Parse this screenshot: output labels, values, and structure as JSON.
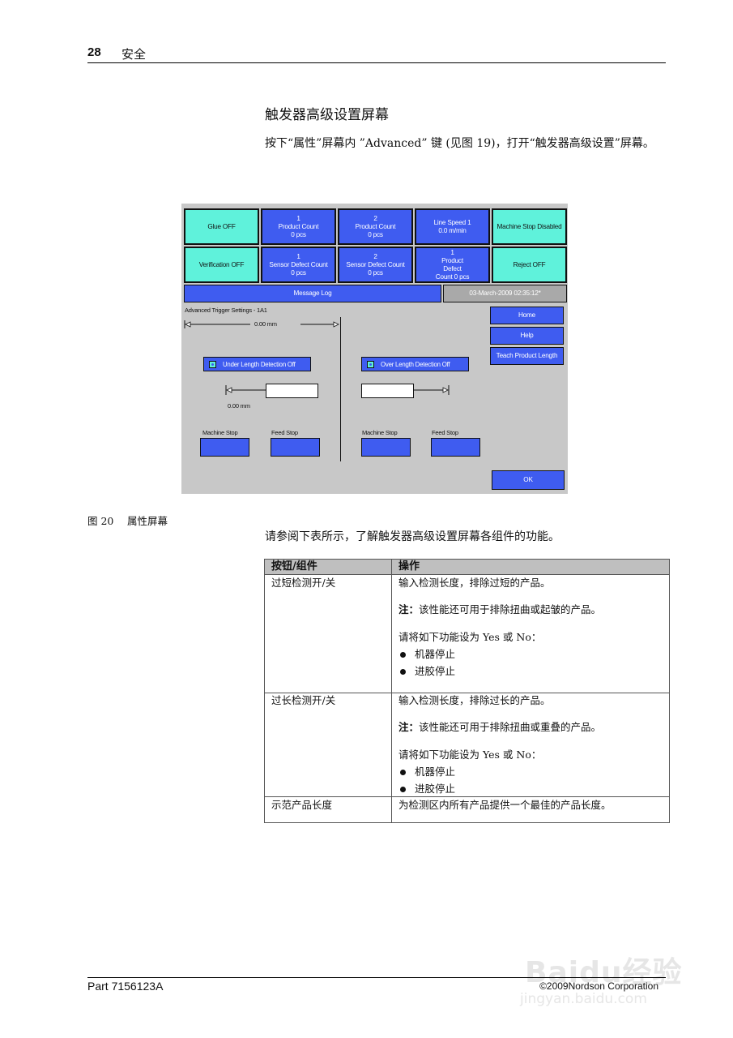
{
  "header": {
    "page_number": "28",
    "title": "安全"
  },
  "section_title": "触发器高级设置屏幕",
  "intro_text": "按下“属性”屏幕内 ”Advanced” 键 (见图 19)，打开“触发器高级设置”屏幕。",
  "screen": {
    "top_buttons": [
      {
        "label": "Glue OFF",
        "style": "cyan"
      },
      {
        "label": "1\nProduct Count\n0 pcs",
        "style": "blue"
      },
      {
        "label": "2\nProduct Count\n0 pcs",
        "style": "blue"
      },
      {
        "label": "Line Speed 1\n0.0 m/min",
        "style": "blue"
      },
      {
        "label": "Machine Stop Disabled",
        "style": "cyan"
      }
    ],
    "second_buttons": [
      {
        "label": "Verification OFF",
        "style": "cyan"
      },
      {
        "label": "1\nSensor Defect Count\n0 pcs",
        "style": "blue"
      },
      {
        "label": "2\nSensor Defect Count\n0 pcs",
        "style": "blue"
      },
      {
        "label": "1\nProduct\nDefect\nCount 0 pcs",
        "style": "blue"
      },
      {
        "label": "Reject OFF",
        "style": "cyan"
      }
    ],
    "message_log": "Message Log",
    "datetime": "03-March-2009   02:35:12*",
    "settings_title": "Advanced Trigger Settings - 1A1",
    "length_value": "0.00 mm",
    "under_length_toggle": "Under Length Detection Off",
    "over_length_toggle": "Over Length Detection Off",
    "under_value": "0.00 mm",
    "left_machine_stop": "Machine Stop",
    "left_feed_stop": "Feed Stop",
    "right_machine_stop": "Machine Stop",
    "right_feed_stop": "Feed Stop",
    "home_button": "Home",
    "help_button": "Help",
    "teach_button": "Teach Product Length",
    "ok_button": "OK",
    "colors": {
      "cyan": "#5ff2db",
      "blue": "#3f5cf0",
      "panel": "#c8c8c8"
    }
  },
  "figure_caption": {
    "number": "图 20",
    "text": "属性屏幕"
  },
  "table_intro": "请参阅下表所示，了解触发器高级设置屏幕各组件的功能。",
  "table": {
    "headers": [
      "按钮/组件",
      "操作"
    ],
    "rows": [
      {
        "component": "过短检测开/关",
        "action": "输入检测长度，排除过短的产品。",
        "note_label": "注：",
        "note": "该性能还可用于排除扭曲或起皱的产品。",
        "set_text": "请将如下功能设为 Yes 或 No：",
        "bullets": [
          "机器停止",
          "进胶停止"
        ]
      },
      {
        "component": "过长检测开/关",
        "action": "输入检测长度，排除过长的产品。",
        "note_label": "注：",
        "note": "该性能还可用于排除扭曲或重叠的产品。",
        "set_text": "请将如下功能设为 Yes 或 No：",
        "bullets": [
          "机器停止",
          "进胶停止"
        ]
      },
      {
        "component": "示范产品长度",
        "action": "为检测区内所有产品提供一个最佳的产品长度。"
      }
    ]
  },
  "footer": {
    "part": "Part 7156123A",
    "copyright": "©2009Nordson Corporation"
  },
  "watermark": {
    "logo": "Baidu经验",
    "url": "jingyan.baidu.com"
  }
}
